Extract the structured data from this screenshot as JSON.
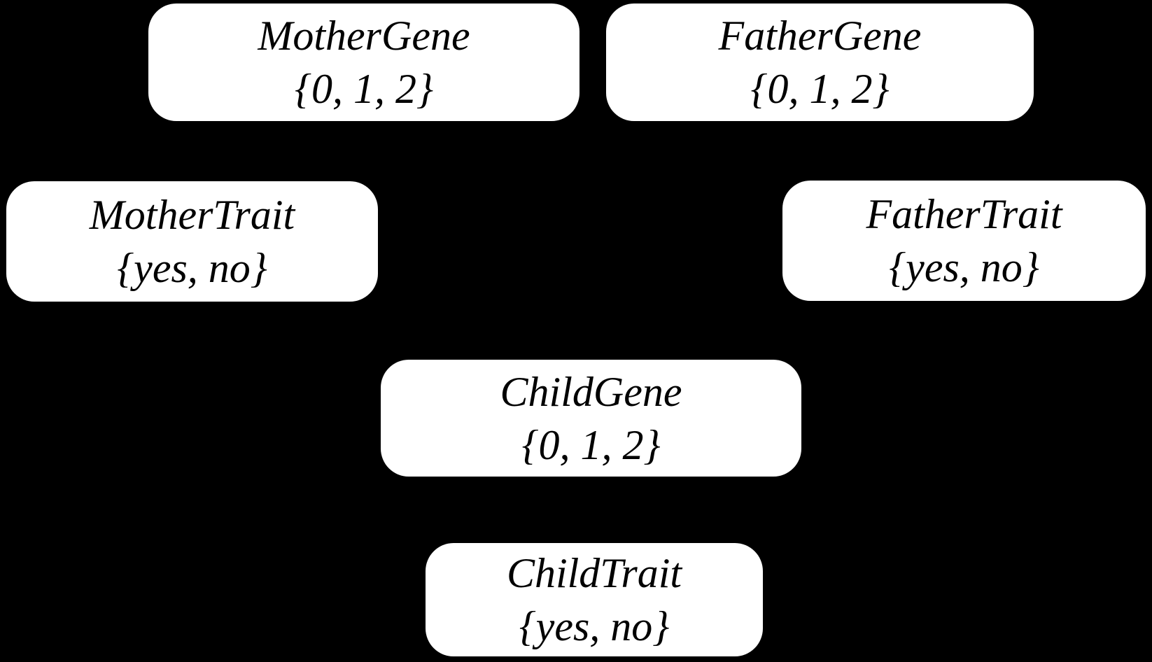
{
  "diagram": {
    "colors": {
      "background": "#000000",
      "node_fill": "#ffffff",
      "node_text": "#000000"
    },
    "nodes": [
      {
        "id": "mother-gene",
        "label": "MotherGene",
        "domain": "{0, 1, 2}"
      },
      {
        "id": "father-gene",
        "label": "FatherGene",
        "domain": "{0, 1, 2}"
      },
      {
        "id": "mother-trait",
        "label": "MotherTrait",
        "domain": "{yes, no}"
      },
      {
        "id": "father-trait",
        "label": "FatherTrait",
        "domain": "{yes, no}"
      },
      {
        "id": "child-gene",
        "label": "ChildGene",
        "domain": "{0, 1, 2}"
      },
      {
        "id": "child-trait",
        "label": "ChildTrait",
        "domain": "{yes, no}"
      }
    ]
  }
}
